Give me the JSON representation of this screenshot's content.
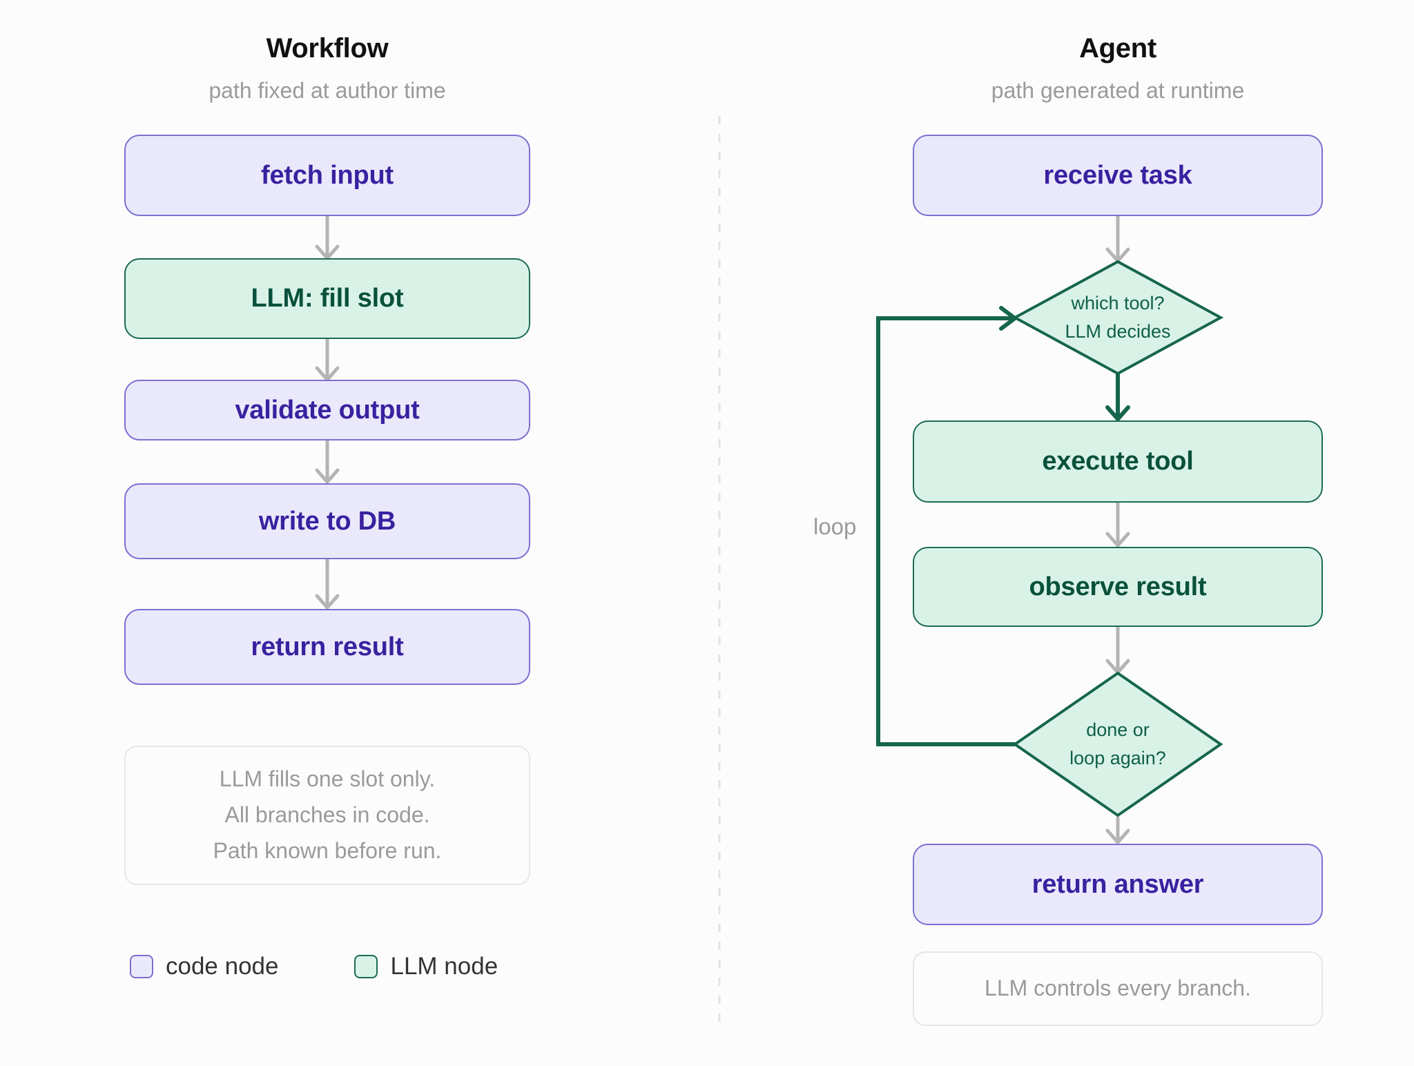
{
  "diagram": {
    "background_color": "#fcfcfd",
    "code_node_color": "#eae9fb",
    "code_node_border": "#7b6fd0",
    "code_node_text": "#3a21a0",
    "llm_node_color": "#d9f2e7",
    "llm_node_border": "#1b6b52",
    "llm_node_text": "#09513c",
    "gray_edge_color": "#b4b4b4",
    "green_edge_color": "#16654d",
    "divider_color": "#e2e2e6"
  },
  "workflow": {
    "title": "Workflow",
    "subtitle": "path fixed at author time",
    "nodes": [
      {
        "label": "fetch input",
        "kind": "code"
      },
      {
        "label": "LLM: fill slot",
        "kind": "llm"
      },
      {
        "label": "validate output",
        "kind": "code"
      },
      {
        "label": "write to DB",
        "kind": "code"
      },
      {
        "label": "return result",
        "kind": "code"
      }
    ],
    "note": [
      "LLM fills one slot only.",
      "All branches in code.",
      "Path known before run."
    ]
  },
  "agent": {
    "title": "Agent",
    "subtitle": "path generated at runtime",
    "nodes": [
      {
        "label": "receive task",
        "kind": "code"
      },
      {
        "label": "execute tool",
        "kind": "llm"
      },
      {
        "label": "observe result",
        "kind": "llm"
      },
      {
        "label": "return answer",
        "kind": "code"
      }
    ],
    "decisions": [
      {
        "line1": "which tool?",
        "line2": "LLM decides"
      },
      {
        "line1": "done or",
        "line2": "loop again?"
      }
    ],
    "loop_label": "loop",
    "note": [
      "LLM controls every branch."
    ]
  },
  "legend": {
    "items": [
      {
        "label": "code node",
        "kind": "code"
      },
      {
        "label": "LLM node",
        "kind": "llm"
      }
    ]
  }
}
